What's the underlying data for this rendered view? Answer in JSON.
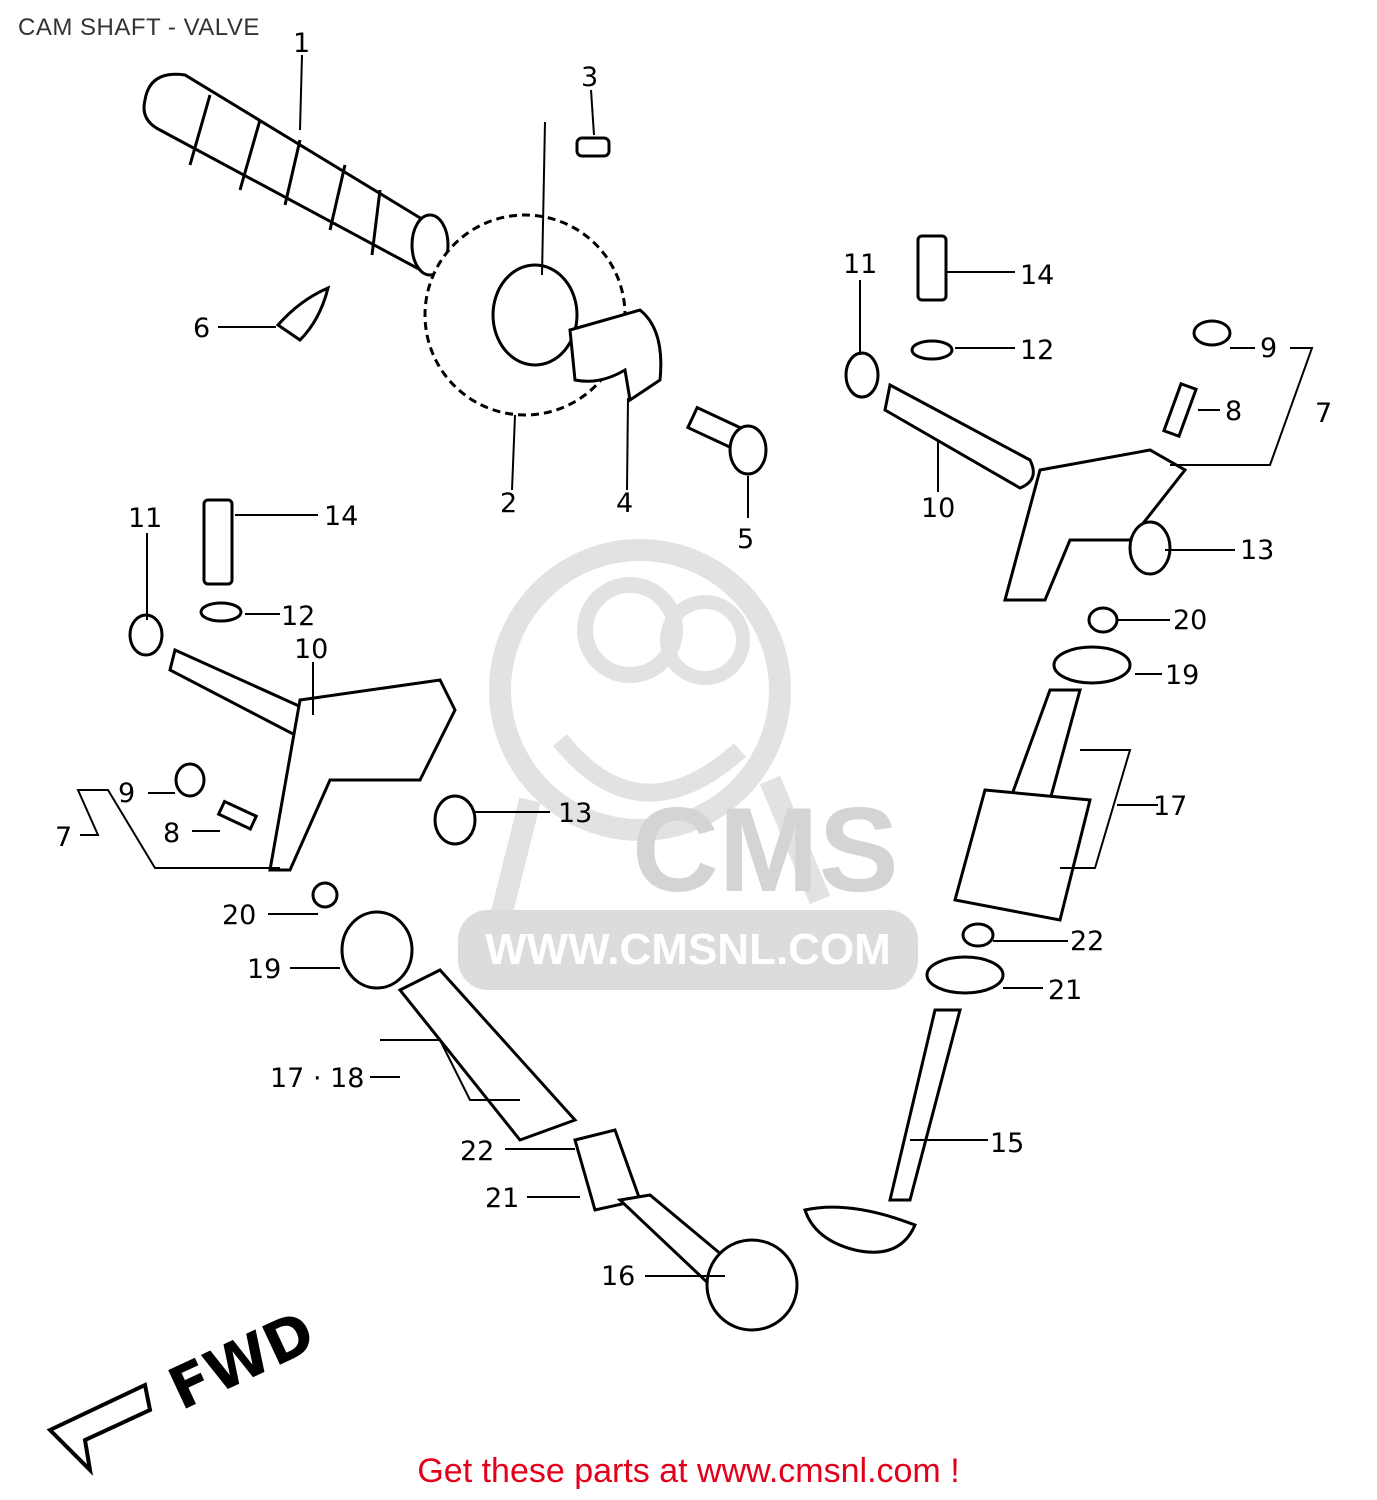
{
  "title": "CAM SHAFT - VALVE",
  "footer": "Get these parts at www.cmsnl.com !",
  "watermark": {
    "brand": "CMS",
    "url": "WWW.CMSNL.COM"
  },
  "fwd_label": "FWD",
  "callouts": [
    {
      "id": "c1",
      "label": "1"
    },
    {
      "id": "c2",
      "label": "2"
    },
    {
      "id": "c3",
      "label": "3"
    },
    {
      "id": "c4",
      "label": "4"
    },
    {
      "id": "c5",
      "label": "5"
    },
    {
      "id": "c6",
      "label": "6"
    },
    {
      "id": "c11r",
      "label": "11"
    },
    {
      "id": "c14r",
      "label": "14"
    },
    {
      "id": "c12r",
      "label": "12"
    },
    {
      "id": "c9r",
      "label": "9"
    },
    {
      "id": "c8r",
      "label": "8"
    },
    {
      "id": "c7r",
      "label": "7"
    },
    {
      "id": "c10r",
      "label": "10"
    },
    {
      "id": "c13r",
      "label": "13"
    },
    {
      "id": "c20r",
      "label": "20"
    },
    {
      "id": "c19r",
      "label": "19"
    },
    {
      "id": "c17r",
      "label": "17"
    },
    {
      "id": "c22r",
      "label": "22"
    },
    {
      "id": "c21r",
      "label": "21"
    },
    {
      "id": "c15",
      "label": "15"
    },
    {
      "id": "c11l",
      "label": "11"
    },
    {
      "id": "c14l",
      "label": "14"
    },
    {
      "id": "c12l",
      "label": "12"
    },
    {
      "id": "c10l",
      "label": "10"
    },
    {
      "id": "c9l",
      "label": "9"
    },
    {
      "id": "c8l",
      "label": "8"
    },
    {
      "id": "c7l",
      "label": "7"
    },
    {
      "id": "c13l",
      "label": "13"
    },
    {
      "id": "c20l",
      "label": "20"
    },
    {
      "id": "c19l",
      "label": "19"
    },
    {
      "id": "c1718",
      "label": "17 · 18"
    },
    {
      "id": "c22l",
      "label": "22"
    },
    {
      "id": "c21l",
      "label": "21"
    },
    {
      "id": "c16",
      "label": "16"
    }
  ]
}
